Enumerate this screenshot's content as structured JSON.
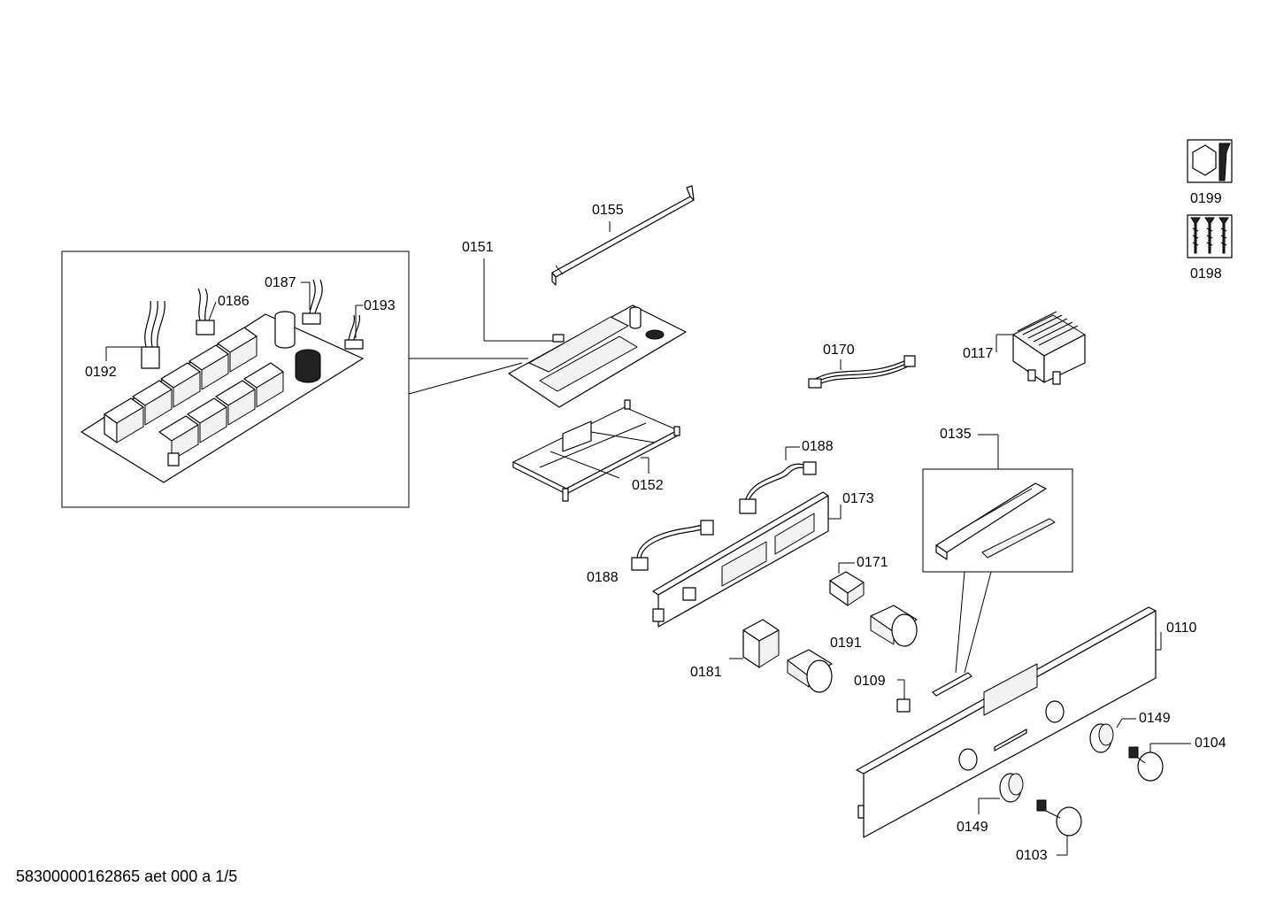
{
  "parts": {
    "p0199": "0199",
    "p0198": "0198",
    "p0155": "0155",
    "p0151": "0151",
    "p0187": "0187",
    "p0186": "0186",
    "p0193": "0193",
    "p0192": "0192",
    "p0170": "0170",
    "p0117": "0117",
    "p0135": "0135",
    "p0188a": "0188",
    "p0152": "0152",
    "p0173": "0173",
    "p0188b": "0188",
    "p0171": "0171",
    "p0110": "0110",
    "p0191": "0191",
    "p0181": "0181",
    "p0109": "0109",
    "p0149a": "0149",
    "p0104": "0104",
    "p0149b": "0149",
    "p0103": "0103"
  },
  "icons": {
    "service_icon": "wrench-nut-icon",
    "screws_icon": "screws-icon"
  },
  "footer": {
    "doc_code": "58300000162865 aet 000 a 1/5"
  }
}
